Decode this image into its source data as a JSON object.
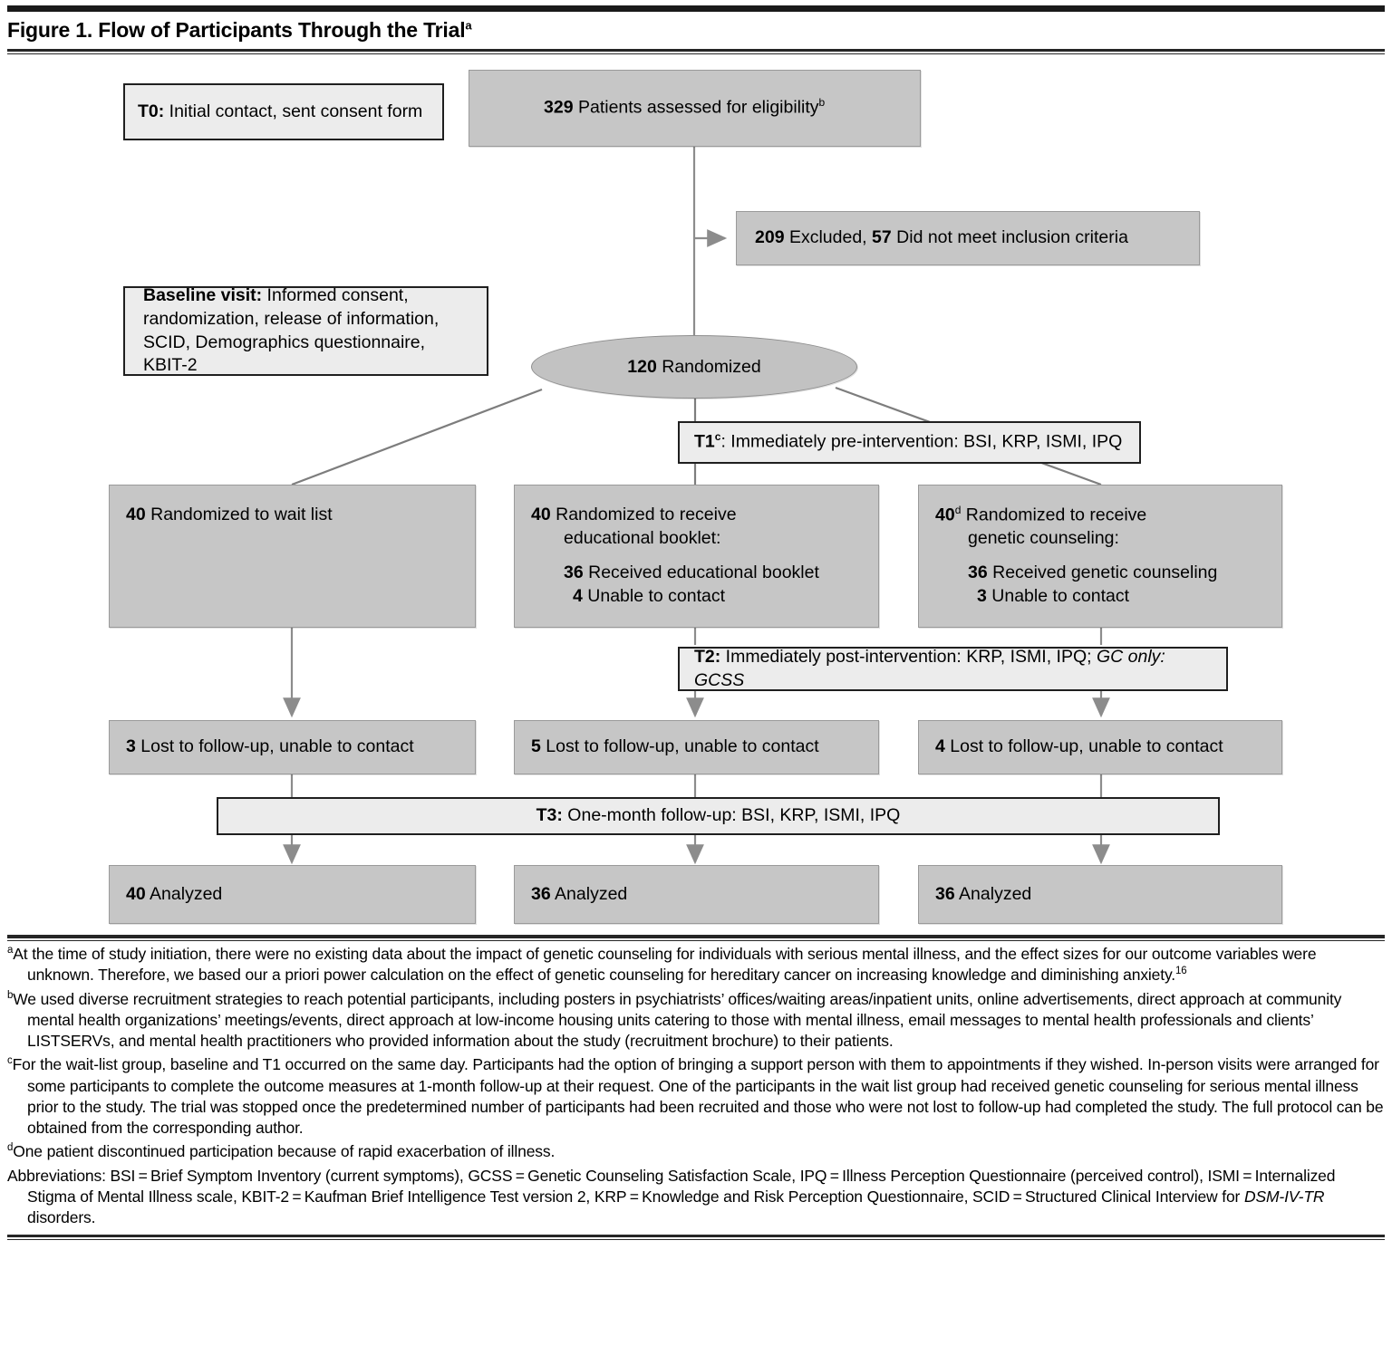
{
  "figure": {
    "title": "Figure 1. Flow of Participants Through the Trial",
    "title_sup": "a"
  },
  "boxes": {
    "t0": {
      "label_bold": "T0:",
      "label_rest": " Initial contact, sent consent form"
    },
    "assessed": {
      "count": "329",
      "text": " Patients assessed for eligibility",
      "sup": "b"
    },
    "excluded": {
      "count1": "209",
      "text1": " Excluded, ",
      "count2": "57",
      "text2": " Did not meet inclusion criteria"
    },
    "baseline": {
      "label_bold": "Baseline visit:",
      "line1_rest": " Informed consent,",
      "line2": "randomization, release of information,",
      "line3": "SCID, Demographics questionnaire, KBIT-2"
    },
    "randomized": {
      "count": "120",
      "text": " Randomized"
    },
    "t1": {
      "label_bold": "T1",
      "sup": "c",
      "label_rest": ": Immediately pre-intervention: BSI, KRP, ISMI, IPQ"
    },
    "arm_wait": {
      "count": "40",
      "text": " Randomized to wait list"
    },
    "arm_booklet": {
      "count": "40",
      "line1": " Randomized to receive",
      "line2": "educational booklet:",
      "sub1_count": "36",
      "sub1_text": " Received educational booklet",
      "sub2_count": "4",
      "sub2_text": " Unable to contact"
    },
    "arm_gc": {
      "count": "40",
      "sup": "d",
      "line1": " Randomized to receive",
      "line2": "genetic counseling:",
      "sub1_count": "36",
      "sub1_text": " Received genetic counseling",
      "sub2_count": "3",
      "sub2_text": " Unable to contact"
    },
    "t2": {
      "label_bold": "T2:",
      "label_rest": " Immediately post-intervention: KRP, ISMI, IPQ; ",
      "italic_part": "GC only: GCSS"
    },
    "lost_wait": {
      "count": "3",
      "text": " Lost to follow-up, unable to contact"
    },
    "lost_booklet": {
      "count": "5",
      "text": " Lost to follow-up, unable to contact"
    },
    "lost_gc": {
      "count": "4",
      "text": " Lost to follow-up, unable to contact"
    },
    "t3": {
      "label_bold": "T3:",
      "label_rest": " One-month follow-up: BSI, KRP, ISMI, IPQ"
    },
    "analyzed_wait": {
      "count": "40",
      "text": " Analyzed"
    },
    "analyzed_booklet": {
      "count": "36",
      "text": " Analyzed"
    },
    "analyzed_gc": {
      "count": "36",
      "text": "  Analyzed"
    }
  },
  "footnotes": {
    "a_marker": "a",
    "a_text_1": "At the time of study initiation, there were no existing data about the impact of genetic counseling for individuals with serious mental illness, and the effect sizes for our outcome variables were unknown. Therefore, we based our a priori power calculation on the effect of genetic counseling for hereditary cancer on increasing knowledge and diminishing anxiety.",
    "a_ref": "16",
    "b_marker": "b",
    "b_text": "We used diverse recruitment strategies to reach potential participants, including posters in psychiatrists’ offices/waiting areas/inpatient units, online advertisements, direct approach at community mental health organizations’ meetings/events, direct approach at low-income housing units catering to those with mental illness, email messages to mental health professionals and clients’ LISTSERVs, and mental health practitioners who provided information about the study (recruitment brochure) to their patients.",
    "c_marker": "c",
    "c_text": "For the wait-list group, baseline and T1 occurred on the same day. Participants had the option of bringing a support person with them to appointments if they wished. In-person visits were arranged for some participants to complete the outcome measures at 1-month follow-up at their request. One of the participants in the wait list group had received genetic counseling for serious mental illness prior to the study. The trial was stopped once the predetermined number of participants had been recruited and those who were not lost to follow-up had completed the study. The full protocol can be obtained from the corresponding author.",
    "d_marker": "d",
    "d_text": "One patient discontinued participation because of rapid exacerbation of illness.",
    "abbrev_label": "Abbreviations: ",
    "abbrev_text_1": "BSI = Brief Symptom Inventory (current symptoms), GCSS = Genetic Counseling Satisfaction Scale, IPQ = Illness Perception Questionnaire (perceived control), ISMI = Internalized Stigma of Mental Illness scale, KBIT-2 = Kaufman Brief Intelligence Test version 2, KRP = Knowledge and Risk Perception Questionnaire, SCID = Structured Clinical Interview for ",
    "abbrev_italic": "DSM-IV-TR",
    "abbrev_text_2": " disorders."
  },
  "colors": {
    "box_grey_fill": "#c6c6c6",
    "box_light_fill": "#ececec",
    "rule": "#262626",
    "connector": "#8c8c8c"
  }
}
